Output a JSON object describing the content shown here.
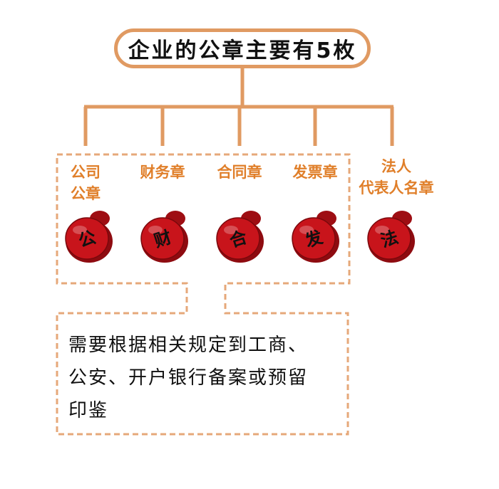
{
  "title": "企业的公章主要有5枚",
  "seals": [
    {
      "label_lines": [
        "公司",
        "公章"
      ],
      "stamp_char": "公"
    },
    {
      "label_lines": [
        "财务章"
      ],
      "stamp_char": "财"
    },
    {
      "label_lines": [
        "合同章"
      ],
      "stamp_char": "合"
    },
    {
      "label_lines": [
        "发票章"
      ],
      "stamp_char": "发"
    },
    {
      "label_lines": [
        "法人",
        "代表人名章"
      ],
      "stamp_char": "法"
    }
  ],
  "note": {
    "lines": [
      "需要根据相关规定到工商、",
      "公安、开户银行备案或预留",
      "印鉴"
    ]
  },
  "colors": {
    "connector": "#e09a62",
    "label": "#e07f2a",
    "stamp_red": "#c8141b",
    "dashed": "#e6a87a"
  }
}
